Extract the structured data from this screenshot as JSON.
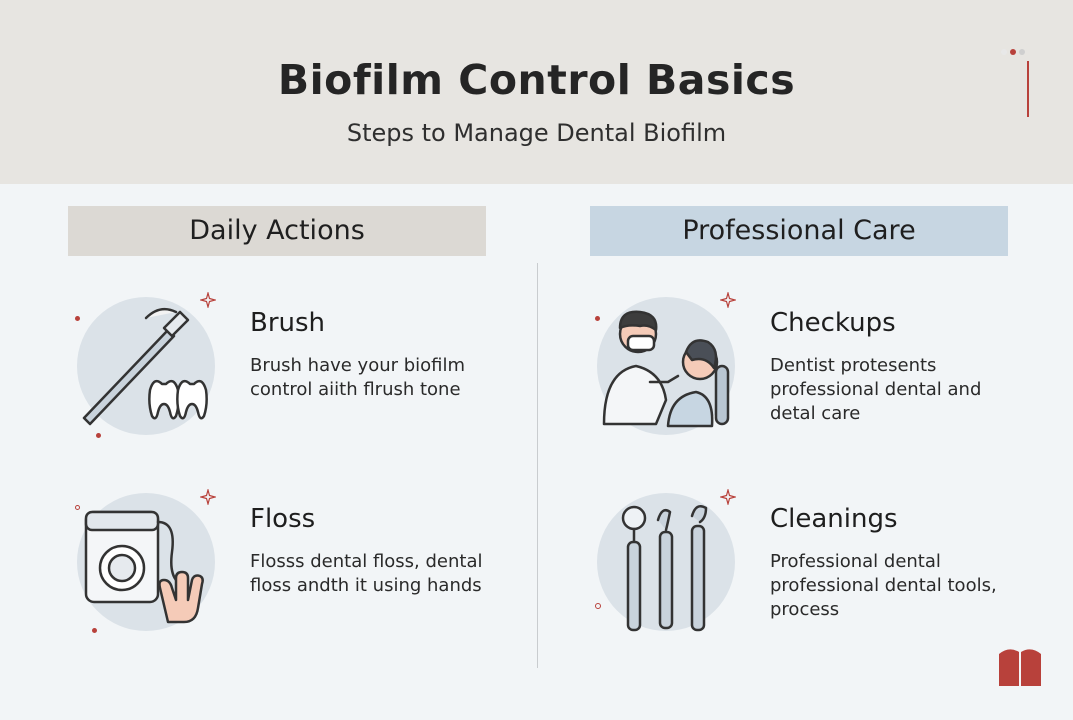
{
  "header": {
    "title": "Biofilm Control Basics",
    "subtitle": "Steps to Manage Dental Biofilm"
  },
  "columns": {
    "left": "Daily Actions",
    "right": "Professional Care"
  },
  "items": [
    {
      "title": "Brush",
      "desc": "Brush have your biofilm control aiith flrush tone",
      "icon": "toothbrush-teeth-icon"
    },
    {
      "title": "Floss",
      "desc": "Flosss dental floss, dental floss andth it using hands",
      "icon": "floss-dispenser-icon"
    },
    {
      "title": "Checkups",
      "desc": "Dentist protesents professional dental and detal care",
      "icon": "dentist-patient-icon"
    },
    {
      "title": "Cleanings",
      "desc": "Professional dental professional dental tools, process",
      "icon": "dental-tools-icon"
    }
  ],
  "colors": {
    "header_bg": "#e7e5e1",
    "left_header_bg": "#dcd9d4",
    "right_header_bg": "#c7d6e2",
    "accent": "#b8413b",
    "icon_circle": "#dbe2e8"
  }
}
